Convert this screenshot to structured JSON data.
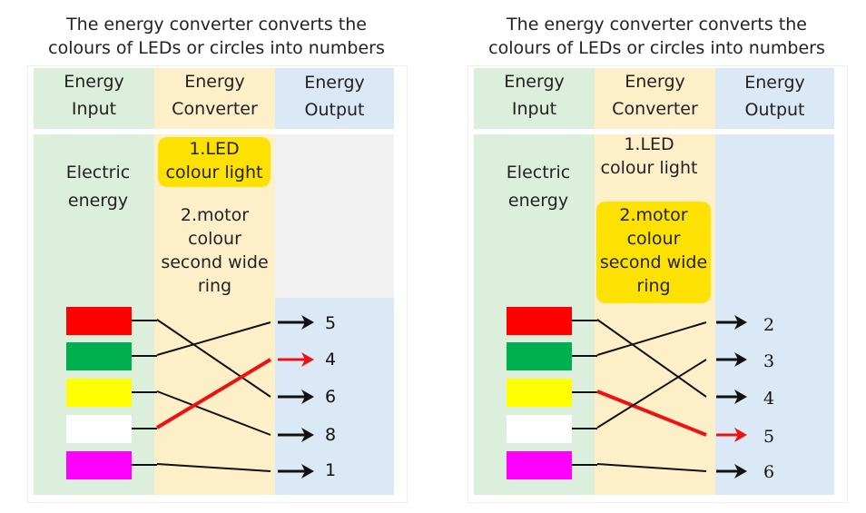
{
  "panels": [
    {
      "title": "The energy converter converts the\ncolours of LEDs or circles into numbers",
      "headers": {
        "input": "Energy\nInput",
        "converter": "Energy\nConverter",
        "output": "Energy\nOutput"
      },
      "input_label": "Electric\nenergy",
      "converter_items": [
        {
          "text": "1.LED\ncolour light",
          "highlighted": true
        },
        {
          "text": "2.motor\ncolour\nsecond wide\nring",
          "highlighted": false
        }
      ],
      "led_colors": [
        "#ff0000",
        "#00b050",
        "#ffff00",
        "#ffffff",
        "#ff00ff"
      ],
      "outputs": [
        "5",
        "4",
        "6",
        "8",
        "1"
      ],
      "connections": [
        {
          "from": 0,
          "to": 2
        },
        {
          "from": 1,
          "to": 0
        },
        {
          "from": 2,
          "to": 3
        },
        {
          "from": 3,
          "to": 1
        },
        {
          "from": 4,
          "to": 4
        }
      ],
      "highlighted_from": 3,
      "colors": {
        "wire": "#111111",
        "highlight_wire": "#ee1111"
      }
    },
    {
      "title": "The energy converter converts the\ncolours of LEDs or circles into numbers",
      "headers": {
        "input": "Energy\nInput",
        "converter": "Energy\nConverter",
        "output": "Energy\nOutput"
      },
      "input_label": "Electric\nenergy",
      "converter_items": [
        {
          "text": "1.LED\ncolour light",
          "highlighted": false
        },
        {
          "text": "2.motor\ncolour\nsecond wide\nring",
          "highlighted": true
        }
      ],
      "led_colors": [
        "#ff0000",
        "#00b050",
        "#ffff00",
        "#ffffff",
        "#ff00ff"
      ],
      "outputs": [
        "2",
        "3",
        "4",
        "5",
        "6"
      ],
      "connections": [
        {
          "from": 0,
          "to": 2
        },
        {
          "from": 1,
          "to": 0
        },
        {
          "from": 2,
          "to": 3
        },
        {
          "from": 3,
          "to": 1
        },
        {
          "from": 4,
          "to": 4
        }
      ],
      "highlighted_from": 2,
      "colors": {
        "wire": "#111111",
        "highlight_wire": "#ee1111"
      }
    }
  ]
}
